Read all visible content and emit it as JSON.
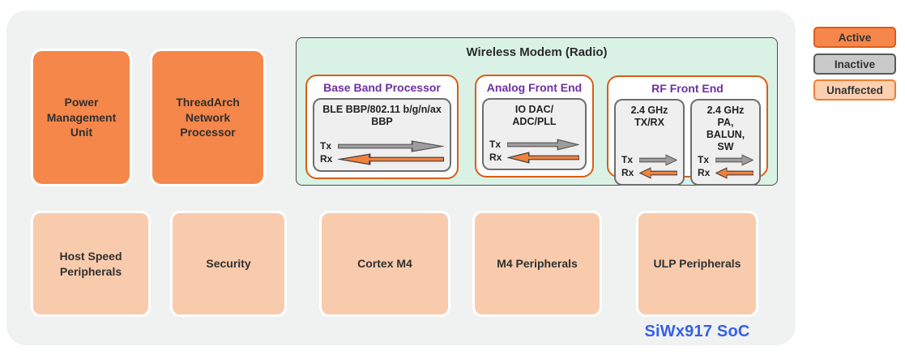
{
  "colors": {
    "active": "#F5874A",
    "inactive": "#C9C9C9",
    "unaffected": "#F8CBAD",
    "modem_background": "#DAF2E6",
    "block_title_purple": "#7030A0",
    "soc_label_blue": "#3560E8",
    "tx_arrow_gray": "#9D9D9D",
    "rx_arrow_orange": "#F0823E"
  },
  "soc": {
    "label": "SiWx917 SoC",
    "top_row": [
      {
        "label": "Power Management Unit",
        "state": "active"
      },
      {
        "label": "ThreadArch Network Processor",
        "state": "active"
      }
    ],
    "modem": {
      "title": "Wireless Modem (Radio)",
      "tx_label": "Tx",
      "rx_label": "Rx",
      "blocks": [
        {
          "title": "Base Band Processor",
          "units": [
            {
              "line1": "BLE BBP/802.11 b/g/n/ax",
              "line2": "BBP"
            }
          ]
        },
        {
          "title": "Analog Front End",
          "units": [
            {
              "line1": "IO DAC/",
              "line2": "ADC/PLL"
            }
          ]
        },
        {
          "title": "RF Front End",
          "units": [
            {
              "line1": "2.4 GHz",
              "line2": "TX/RX"
            },
            {
              "line1": "2.4 GHz PA,",
              "line2": "BALUN, SW"
            }
          ]
        }
      ]
    },
    "bottom_row": [
      {
        "label": "Host Speed Peripherals",
        "state": "unaffected"
      },
      {
        "label": "Security",
        "state": "unaffected"
      },
      {
        "label": "Cortex M4",
        "state": "unaffected"
      },
      {
        "label": "M4 Peripherals",
        "state": "unaffected"
      },
      {
        "label": "ULP Peripherals",
        "state": "unaffected"
      }
    ]
  },
  "legend": {
    "items": [
      {
        "label": "Active"
      },
      {
        "label": "Inactive"
      },
      {
        "label": "Unaffected"
      }
    ]
  }
}
